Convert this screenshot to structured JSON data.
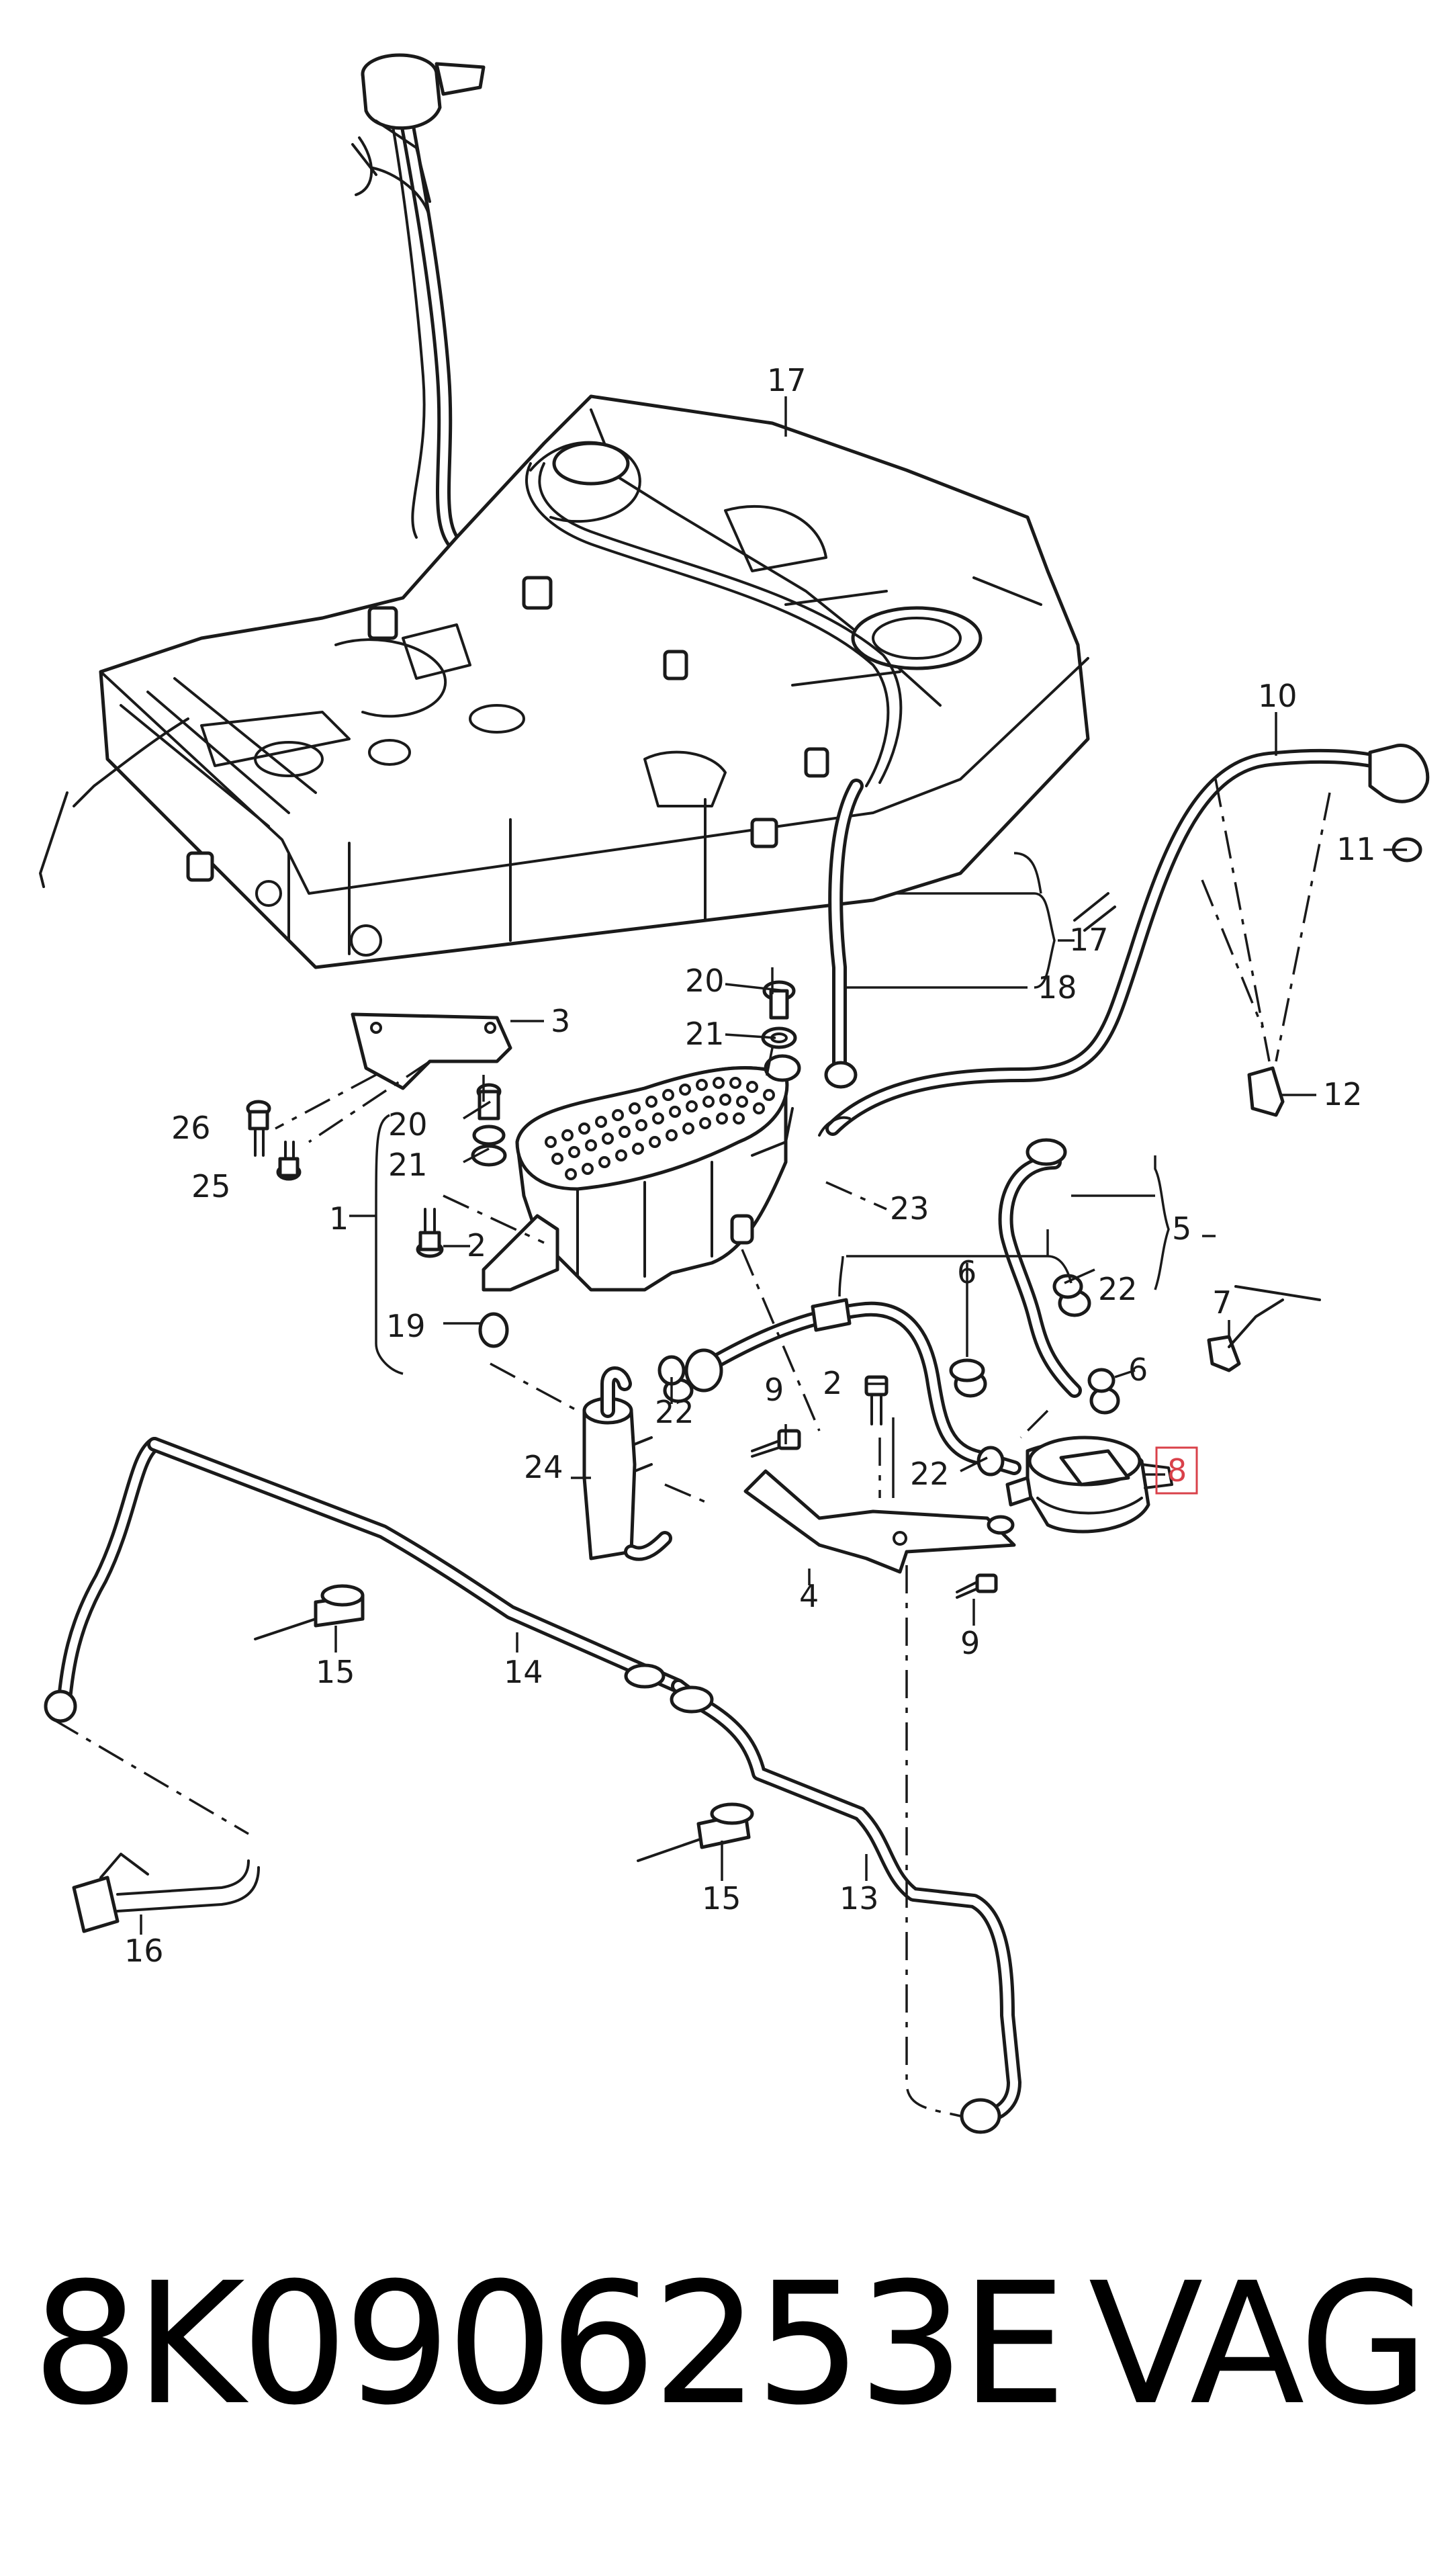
{
  "diagram": {
    "callouts": {
      "c1": "1",
      "c2a": "2",
      "c2b": "2",
      "c3": "3",
      "c4": "4",
      "c5": "5",
      "c6a": "6",
      "c6b": "6",
      "c7": "7",
      "c8": "8",
      "c9a": "9",
      "c9b": "9",
      "c10": "10",
      "c11": "11",
      "c12": "12",
      "c13": "13",
      "c14": "14",
      "c15a": "15",
      "c15b": "15",
      "c16": "16",
      "c17a": "17",
      "c17b": "17",
      "c18": "18",
      "c19": "19",
      "c20a": "20",
      "c20b": "20",
      "c21a": "21",
      "c21b": "21",
      "c22a": "22",
      "c22b": "22",
      "c22c": "22",
      "c23": "23",
      "c24": "24",
      "c25": "25",
      "c26": "26"
    },
    "highlighted_part": "8",
    "highlight_color": "#d9414a"
  },
  "footer": {
    "part_number": "8K0906253E",
    "brand": "VAG"
  }
}
